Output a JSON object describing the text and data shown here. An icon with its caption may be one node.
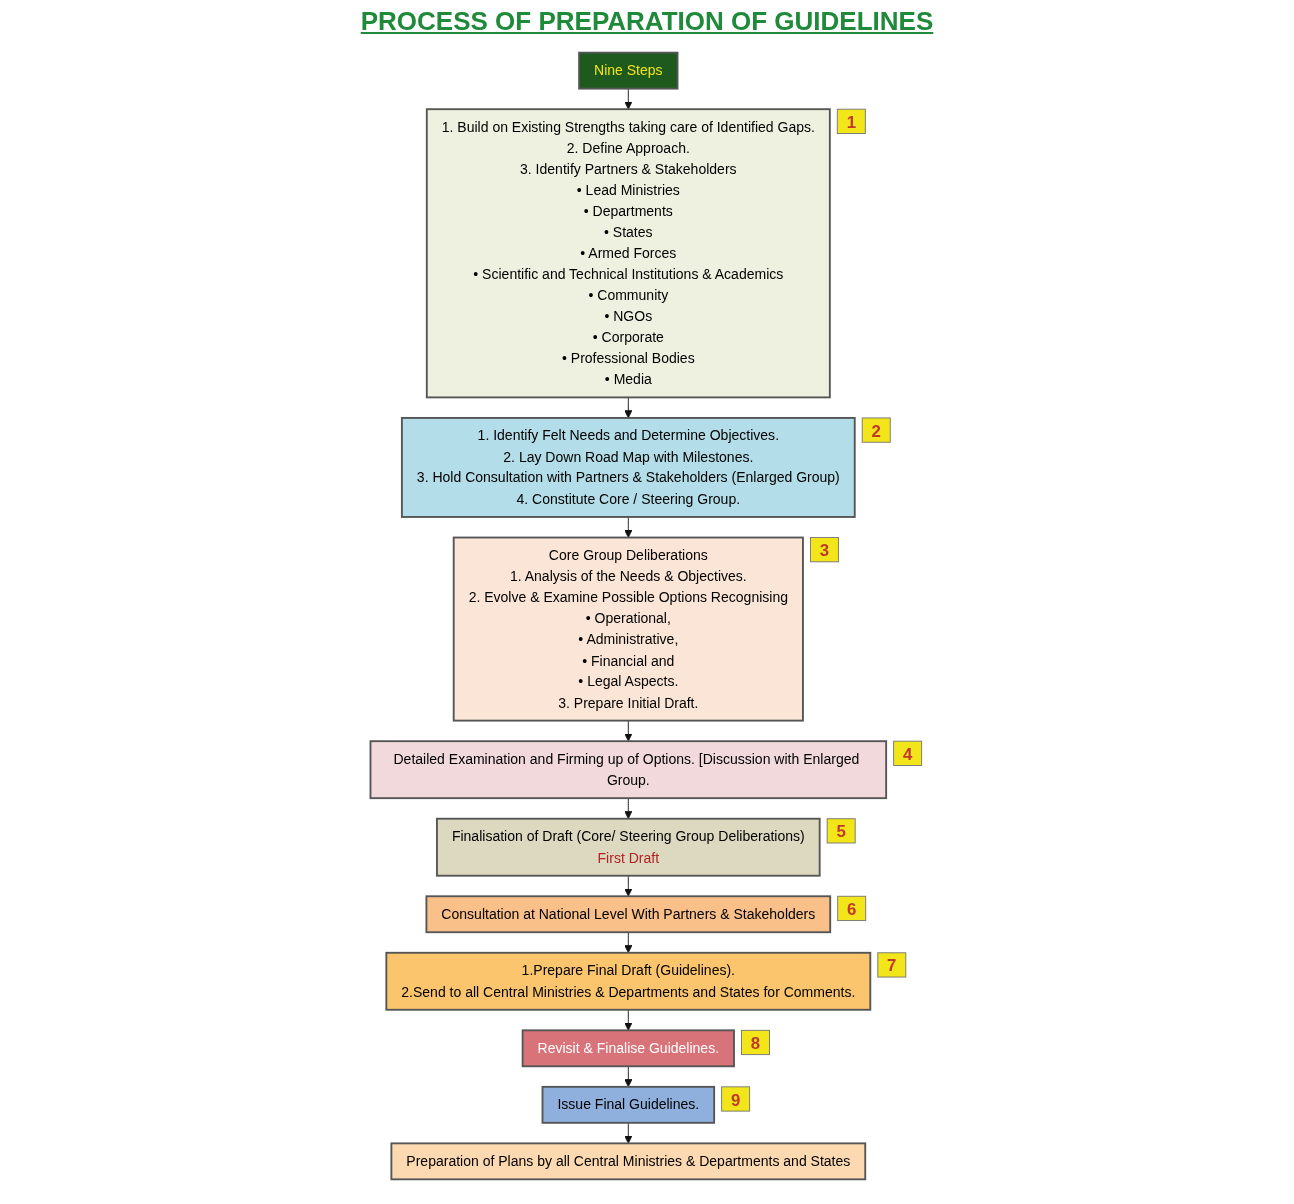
{
  "diagram": {
    "title": "PROCESS OF PREPARATION OF GUIDELINES",
    "nodes": [
      {
        "text": [
          "Nine Steps"
        ]
      },
      {
        "text": [
          "1. Build on Existing Strengths taking care of Identified Gaps.",
          "2. Define Approach.",
          "3. Identify Partners & Stakeholders",
          "• Lead Ministries",
          "• Departments",
          "• States",
          "• Armed Forces",
          "• Scientific and Technical Institutions & Academics",
          "• Community",
          "• NGOs",
          "• Corporate",
          "• Professional Bodies",
          "• Media"
        ],
        "beside": [
          "1"
        ]
      },
      {
        "text": [
          "1. Identify Felt Needs and Determine Objectives.",
          "2. Lay Down Road Map with Milestones.",
          "3. Hold Consultation with Partners & Stakeholders (Enlarged Group)",
          "4. Constitute Core / Steering Group."
        ],
        "beside": [
          "2"
        ]
      },
      {
        "text": [
          "Core Group Deliberations",
          "1. Analysis of the Needs & Objectives.",
          "2. Evolve & Examine Possible Options Recognising",
          "• Operational,",
          "• Administrative,",
          "• Financial and",
          "• Legal Aspects.",
          "3. Prepare Initial Draft."
        ],
        "beside": [
          "3"
        ]
      },
      {
        "text": [
          "Detailed Examination and Firming up of Options. [Discussion with Enlarged Group."
        ],
        "beside": [
          "4"
        ]
      },
      {
        "text": [
          "Finalisation of Draft (Core/ Steering Group Deliberations)",
          "First Draft"
        ],
        "beside": [
          "5"
        ]
      },
      {
        "text": [
          "Consultation at National Level With Partners & Stakeholders"
        ],
        "beside": [
          "6"
        ]
      },
      {
        "text": [
          "1.Prepare Final Draft (Guidelines).",
          "2.Send to all Central Ministries & Departments and States for Comments."
        ],
        "beside": [
          "7"
        ]
      },
      {
        "text": [
          "Revisit & Finalise Guidelines."
        ],
        "beside": [
          "8"
        ]
      },
      {
        "text": [
          "Issue Final Guidelines."
        ],
        "beside": [
          "9"
        ]
      },
      {
        "text": [
          "Preparation of Plans by all Central Ministries & Departments and States"
        ]
      }
    ],
    "edges": [
      {
        "from": 0,
        "to": 1,
        "arrow": "to"
      },
      {
        "from": 1,
        "to": 2,
        "arrow": "to"
      },
      {
        "from": 2,
        "to": 3,
        "arrow": "to"
      },
      {
        "from": 3,
        "to": 4,
        "arrow": "to"
      },
      {
        "from": 4,
        "to": 5,
        "arrow": "to"
      },
      {
        "from": 5,
        "to": 6,
        "arrow": "to"
      },
      {
        "from": 6,
        "to": 7,
        "arrow": "to"
      },
      {
        "from": 7,
        "to": 8,
        "arrow": "to"
      },
      {
        "from": 8,
        "to": 9,
        "arrow": "to"
      },
      {
        "from": 9,
        "to": 10,
        "arrow": "to"
      }
    ]
  }
}
